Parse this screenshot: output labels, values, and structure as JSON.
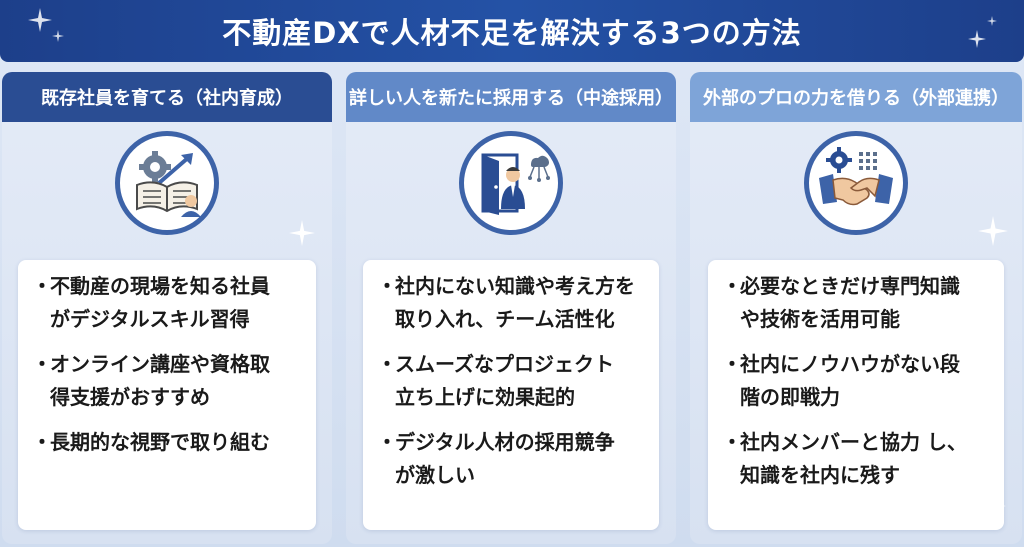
{
  "title": "不動産DXで人材不足を解決する3つの方法",
  "colors": {
    "title_bg": "#2452a6",
    "header1": "#2a4d93",
    "header2": "#6189c8",
    "header3": "#7ea4d8",
    "icon_border": "#3d63a8"
  },
  "columns": [
    {
      "header": "既存社員を育てる（社内育成）",
      "icon": "book-gear-growth-icon",
      "items": [
        "不動産の現場を知る社員\nがデジタルスキル習得",
        "オンライン講座や資格取\n得支援がおすすめ",
        "長期的な視野で取り組む"
      ]
    },
    {
      "header": "詳しい人を新たに採用する（中途採用）",
      "icon": "door-businessman-icon",
      "items": [
        "社内にない知識や考え方を\n取り入れ、チーム活性化",
        "スムーズなプロジェクト\n立ち上げに効果起的",
        "デジタル人材の採用競争\nが激しい"
      ]
    },
    {
      "header": "外部のプロの力を借りる（外部連携）",
      "icon": "handshake-gear-icon",
      "items": [
        "必要なときだけ専門知識\nや技術を活用可能",
        "社内にノウハウがない段\n階の即戦力",
        "社内メンバーと協力 し、\n知識を社内に残す"
      ]
    }
  ],
  "bullet": "・"
}
